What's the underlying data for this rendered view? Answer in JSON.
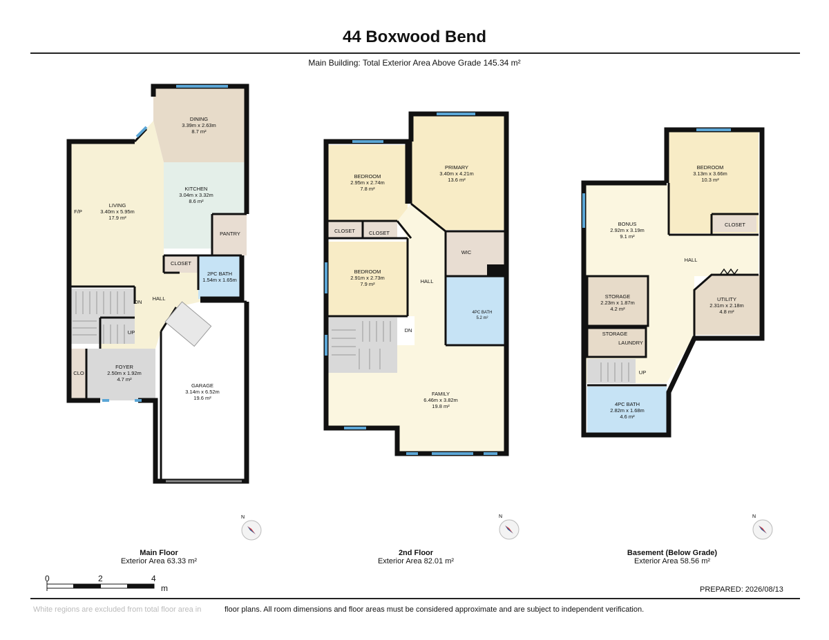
{
  "header": {
    "title": "44 Boxwood Bend",
    "subtitle": "Main Building: Total Exterior Area Above Grade 145.34 m²"
  },
  "floors": [
    {
      "name": "Main Floor",
      "area": "Exterior Area 63.33 m²"
    },
    {
      "name": "2nd Floor",
      "area": "Exterior Area 82.01 m²"
    },
    {
      "name": "Basement (Below Grade)",
      "area": "Exterior Area 58.56 m²"
    }
  ],
  "rooms": {
    "dining": {
      "name": "DINING",
      "dims": "3.39m x 2.63m",
      "area": "8.7 m²"
    },
    "kitchen": {
      "name": "KITCHEN",
      "dims": "3.04m x 3.32m",
      "area": "8.6 m²"
    },
    "living": {
      "name": "LIVING",
      "dims": "3.40m x 5.95m",
      "area": "17.9 m²"
    },
    "fp": "F/P",
    "pantry": "PANTRY",
    "main_closet": "CLOSET",
    "bath2pc": {
      "name": "2PC BATH",
      "dims": "1.54m x 1.65m"
    },
    "main_hall": "HALL",
    "main_dn": "DN",
    "main_up": "UP",
    "clo": "CLO",
    "foyer": {
      "name": "FOYER",
      "dims": "2.50m x 1.92m",
      "area": "4.7 m²"
    },
    "garage": {
      "name": "GARAGE",
      "dims": "3.14m x 6.52m",
      "area": "19.6 m²"
    },
    "bedroom1": {
      "name": "BEDROOM",
      "dims": "2.95m x 2.74m",
      "area": "7.8 m²"
    },
    "primary": {
      "name": "PRIMARY",
      "dims": "3.40m x 4.21m",
      "area": "13.6 m²"
    },
    "closet_a": "CLOSET",
    "closet_b": "CLOSET",
    "wic": "WIC",
    "bedroom2": {
      "name": "BEDROOM",
      "dims": "2.91m x 2.73m",
      "area": "7.9 m²"
    },
    "hall2": "HALL",
    "bath4pc_2": {
      "name": "4PC BATH",
      "area": "5.2 m²"
    },
    "dn2": "DN",
    "family": {
      "name": "FAMILY",
      "dims": "6.46m x 3.82m",
      "area": "19.8 m²"
    },
    "bedroom_b": {
      "name": "BEDROOM",
      "dims": "3.13m x 3.66m",
      "area": "10.3 m²"
    },
    "bonus": {
      "name": "BONUS",
      "dims": "2.92m x 3.19m",
      "area": "9.1 m²"
    },
    "closet_bsmt": "CLOSET",
    "hall_bsmt": "HALL",
    "storage1": {
      "name": "STORAGE",
      "dims": "2.23m x 1.87m",
      "area": "4.2 m²"
    },
    "utility": {
      "name": "UTILITY",
      "dims": "2.31m x 2.18m",
      "area": "4.8 m²"
    },
    "storage2": "STORAGE",
    "laundry": "LAUNDRY",
    "up_bsmt": "UP",
    "bath4pc_b": {
      "name": "4PC BATH",
      "dims": "2.82m x 1.68m",
      "area": "4.6 m²"
    }
  },
  "compass": {
    "letter": "N"
  },
  "scale": {
    "ticks": [
      "0",
      "2",
      "4"
    ],
    "unit": "m"
  },
  "prepared": "PREPARED: 2026/08/13",
  "disclaimer": {
    "part1": "White regions are excluded from total floor area in",
    "part2": "floor plans. All room dimensions and floor areas must be considered approximate and are subject to independent verification."
  },
  "colors": {
    "living": "#f7f1d6",
    "dining": "#e7dbc9",
    "kitchen": "#e4efe9",
    "bath": "#c6e3f5",
    "closet": "#e8ddd2",
    "hall": "#fbf6e0",
    "bedroom": "#f8ecc6",
    "storage": "#e7dbc9",
    "stairs": "#d9d9d9",
    "window": "#5ba6d6",
    "wall": "#111111"
  }
}
